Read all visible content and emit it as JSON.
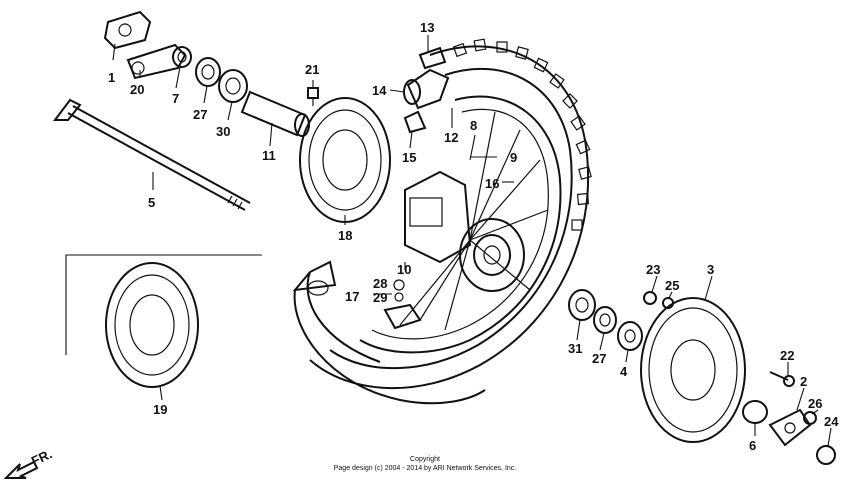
{
  "callouts": {
    "p1": "1",
    "p2": "2",
    "p3": "3",
    "p4": "4",
    "p5": "5",
    "p6": "6",
    "p7": "7",
    "p8": "8",
    "p9": "9",
    "p10": "10",
    "p11": "11",
    "p12": "12",
    "p13": "13",
    "p14": "14",
    "p15": "15",
    "p16": "16",
    "p17": "17",
    "p18": "18",
    "p19": "19",
    "p20": "20",
    "p21": "21",
    "p22": "22",
    "p23": "23",
    "p24": "24",
    "p25": "25",
    "p26": "26",
    "p27a": "27",
    "p27b": "27",
    "p28": "28",
    "p29": "29",
    "p30": "30",
    "p31": "31"
  },
  "front_arrow": "FR.",
  "copyright": {
    "line1": "Copyright",
    "line2": "Page design (c) 2004 - 2014 by ARI Network Services, Inc."
  }
}
